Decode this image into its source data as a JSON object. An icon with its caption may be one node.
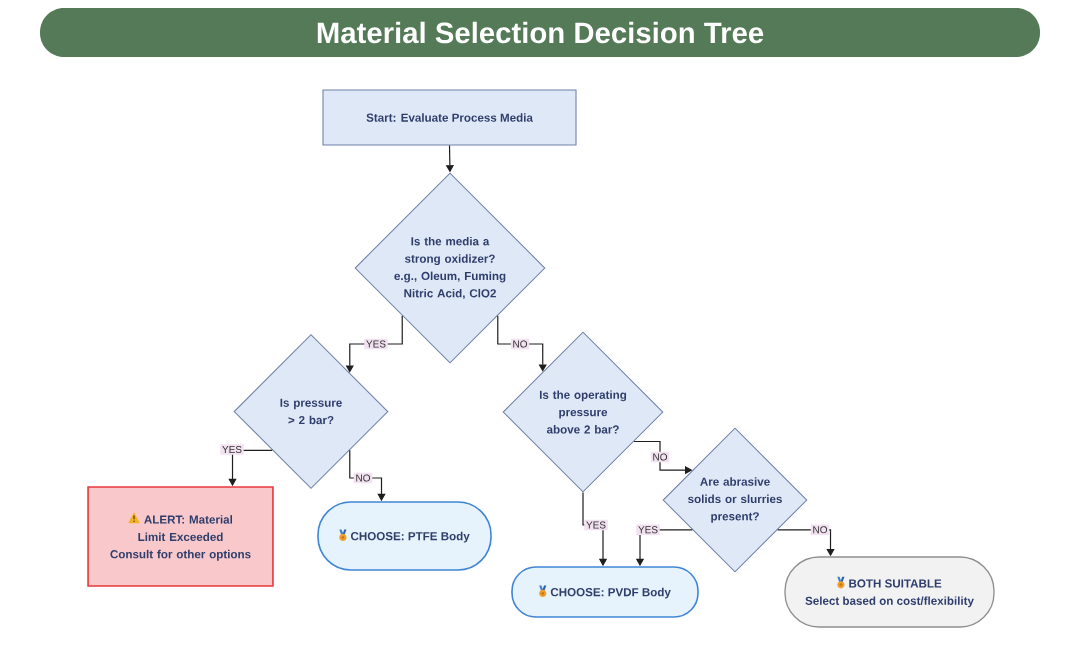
{
  "diagram": {
    "title": "Material Selection Decision Tree",
    "nodes": [
      {
        "text": [
          "Start: Evaluate Process Media"
        ]
      },
      {
        "text": [
          "Is the media a strong oxidizer?",
          "e.g., Oleum, Fuming Nitric Acid, ClO2"
        ]
      },
      {
        "text": [
          "Is pressure > 2 bar?"
        ]
      },
      {
        "text": [
          "Is the operating pressure above 2 bar?"
        ]
      },
      {
        "text": [
          "Are abrasive solids or slurries present?"
        ]
      },
      {
        "text": [
          "ALERT: Material Limit Exceeded",
          "Consult for other options"
        ]
      },
      {
        "text": [
          "CHOOSE: PTFE Body"
        ]
      },
      {
        "text": [
          "CHOOSE: PVDF Body"
        ]
      },
      {
        "text": [
          "BOTH SUITABLE",
          "Select based on cost/flexibility"
        ]
      }
    ],
    "edges": [
      {
        "from": 0,
        "to": 1,
        "arrow": "to"
      },
      {
        "from": 1,
        "to": 2,
        "arrow": "to",
        "label": "YES"
      },
      {
        "from": 1,
        "to": 3,
        "arrow": "to",
        "label": "NO"
      },
      {
        "from": 2,
        "to": 5,
        "arrow": "to",
        "label": "YES"
      },
      {
        "from": 2,
        "to": 6,
        "arrow": "to",
        "label": "NO"
      },
      {
        "from": 3,
        "to": 7,
        "arrow": "to",
        "label": "YES"
      },
      {
        "from": 4,
        "to": 7,
        "arrow": "to",
        "label": "YES"
      },
      {
        "from": 3,
        "to": 4,
        "arrow": "to",
        "label": "NO"
      },
      {
        "from": 4,
        "to": 8,
        "arrow": "to",
        "label": "NO"
      }
    ]
  }
}
